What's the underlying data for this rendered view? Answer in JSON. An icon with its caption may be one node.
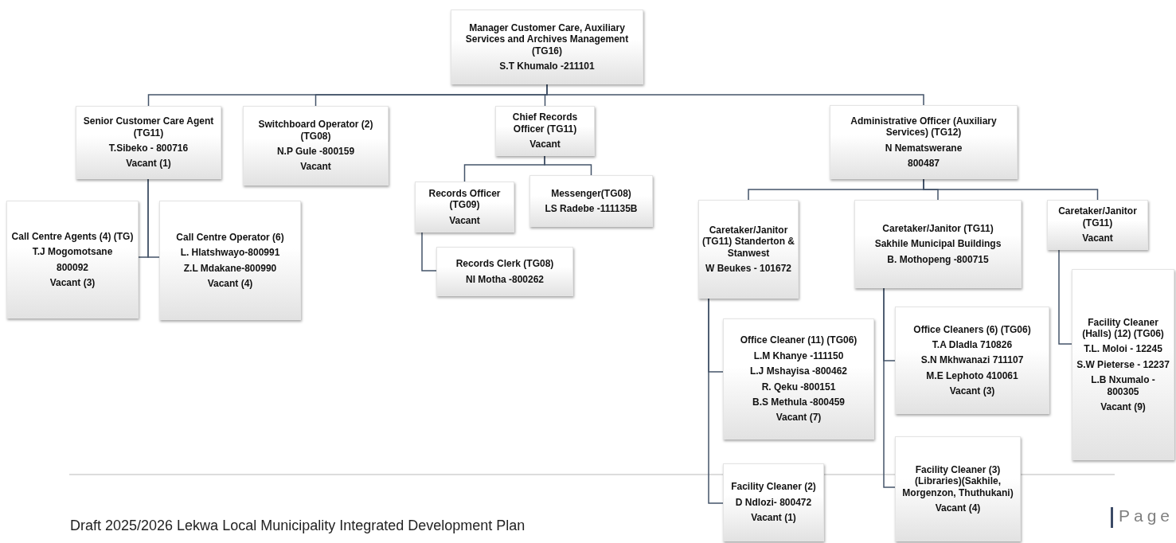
{
  "diagram": {
    "nodes": [
      {
        "text": [
          "Manager Customer Care, Auxiliary Services and Archives Management (TG16)",
          "S.T Khumalo -211101"
        ]
      },
      {
        "text": [
          "Senior Customer Care Agent (TG11)",
          "T.Sibeko - 800716",
          "Vacant (1)"
        ]
      },
      {
        "text": [
          "Switchboard Operator (2) (TG08)",
          "N.P Gule -800159",
          "Vacant"
        ]
      },
      {
        "text": [
          "Chief Records Officer (TG11)",
          "Vacant"
        ]
      },
      {
        "text": [
          "Administrative Officer (Auxiliary Services) (TG12)",
          "N Nematswerane",
          "800487"
        ]
      },
      {
        "text": [
          "Call Centre Agents (4) (TG)",
          "T.J Mogomotsane",
          "800092",
          "Vacant (3)"
        ]
      },
      {
        "text": [
          "Call Centre Operator (6)",
          "L. Hlatshwayo-800991",
          "Z.L Mdakane-800990",
          "Vacant (4)"
        ]
      },
      {
        "text": [
          "Records Officer (TG09)",
          "Vacant"
        ]
      },
      {
        "text": [
          "Messenger(TG08)",
          "LS Radebe -111135B"
        ]
      },
      {
        "text": [
          "Records Clerk (TG08)",
          "NI Motha -800262"
        ]
      },
      {
        "text": [
          "Caretaker/Janitor (TG11) Standerton & Stanwest",
          "W Beukes - 101672"
        ]
      },
      {
        "text": [
          "Caretaker/Janitor (TG11)",
          "Sakhile Municipal Buildings",
          "B. Mothopeng -800715"
        ]
      },
      {
        "text": [
          "Caretaker/Janitor (TG11)",
          "Vacant"
        ]
      },
      {
        "text": [
          "Facility Cleaner (Halls) (12) (TG06)",
          "T.L. Moloi - 12245",
          "S.W Pieterse - 12237",
          "L.B Nxumalo - 800305",
          "Vacant (9)"
        ]
      },
      {
        "text": [
          "Office Cleaner (11) (TG06)",
          "L.M Khanye -111150",
          "L.J Mshayisa -800462",
          "R. Qeku -800151",
          "B.S Methula -800459",
          "Vacant (7)"
        ]
      },
      {
        "text": [
          "Office Cleaners (6) (TG06)",
          "T.A Dladla 710826",
          "S.N Mkhwanazi 711107",
          "M.E Lephoto 410061",
          "Vacant (3)"
        ]
      },
      {
        "text": [
          "Facility Cleaner (2)",
          "D Ndlozi- 800472",
          "Vacant (1)"
        ]
      },
      {
        "text": [
          "Facility Cleaner (3) (Libraries)(Sakhile, Morgenzon, Thuthukani)",
          "Vacant (4)"
        ]
      }
    ],
    "edges": [
      {
        "from": 0,
        "to": 1,
        "arrow": "none"
      },
      {
        "from": 0,
        "to": 2,
        "arrow": "none"
      },
      {
        "from": 0,
        "to": 3,
        "arrow": "none"
      },
      {
        "from": 0,
        "to": 4,
        "arrow": "none"
      },
      {
        "from": 1,
        "to": 5,
        "arrow": "none"
      },
      {
        "from": 1,
        "to": 6,
        "arrow": "none"
      },
      {
        "from": 3,
        "to": 7,
        "arrow": "none"
      },
      {
        "from": 3,
        "to": 8,
        "arrow": "none"
      },
      {
        "from": 7,
        "to": 9,
        "arrow": "none"
      },
      {
        "from": 4,
        "to": 10,
        "arrow": "none"
      },
      {
        "from": 4,
        "to": 11,
        "arrow": "none"
      },
      {
        "from": 4,
        "to": 12,
        "arrow": "none"
      },
      {
        "from": 10,
        "to": 14,
        "arrow": "none"
      },
      {
        "from": 10,
        "to": 16,
        "arrow": "none"
      },
      {
        "from": 11,
        "to": 15,
        "arrow": "none"
      },
      {
        "from": 11,
        "to": 17,
        "arrow": "none"
      },
      {
        "from": 12,
        "to": 13,
        "arrow": "none"
      }
    ],
    "labels": [
      "Page",
      "Draft 2025/2026 Lekwa Local Municipality Integrated Development Plan"
    ]
  }
}
